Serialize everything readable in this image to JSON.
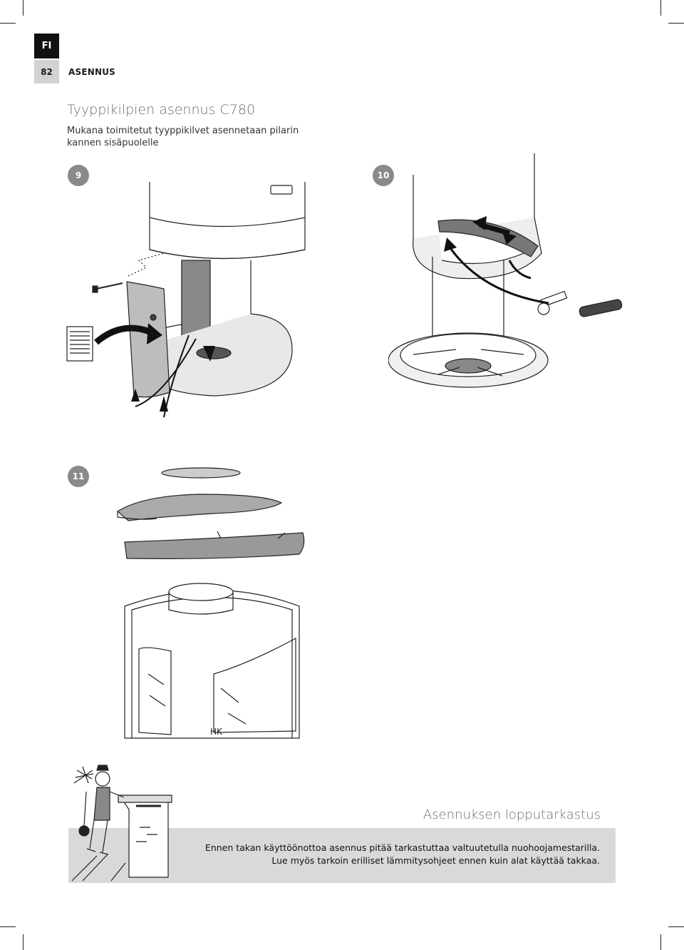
{
  "header": {
    "language": "FI",
    "page_number": "82",
    "section": "ASENNUS"
  },
  "content": {
    "title": "Tyyppikilpien asennus C780",
    "subtitle": "Mukana toimitetut tyyppikilvet asennetaan pilarin kannen sisäpuolelle",
    "steps": [
      "9",
      "10",
      "11"
    ],
    "brand_mark": "HK"
  },
  "final_check": {
    "title": "Asennuksen lopputarkastus",
    "text": "Ennen takan käyttöönottoa asennus pitää tarkastuttaa valtuutetulla nuohoojamestarilla. Lue myös tarkoin erilliset lämmitysohjeet ennen kuin alat käyttää takkaa."
  },
  "colors": {
    "step_badge": "#8a8a8a",
    "band": "#d9d9d9",
    "title_grey": "#6d6d6d"
  }
}
